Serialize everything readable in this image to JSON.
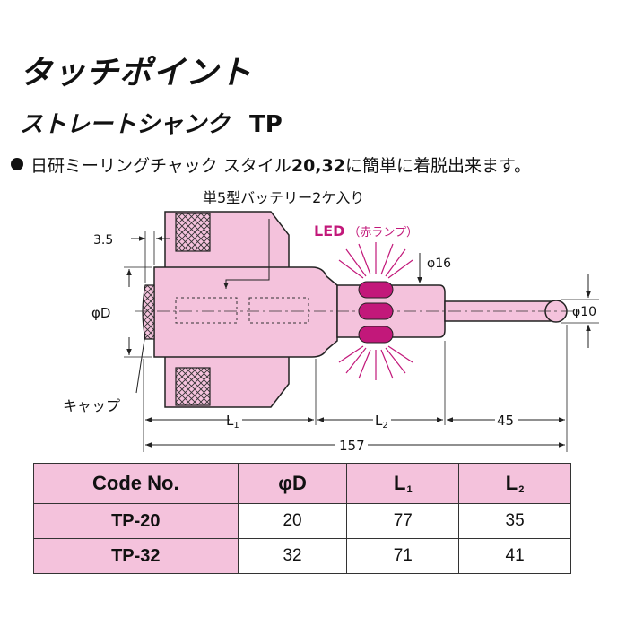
{
  "header": {
    "title": "タッチポイント",
    "subtitle": "ストレートシャンク",
    "model": "TP"
  },
  "feature": {
    "text_before": "日研ミーリングチャック スタイル",
    "text_bold": "20,32",
    "text_after": "に簡単に着脱出来ます。"
  },
  "diagram": {
    "battery_label": "単5型バッテリー2ケ入り",
    "led_label": "LED",
    "led_sub_label": "（赤ランプ）",
    "cap_label": "キャップ",
    "dims": {
      "d35": "3.5",
      "phiD": "φD",
      "phi16": "φ16",
      "phi10": "φ10",
      "L1": "L",
      "L1_sub": "1",
      "L2": "L",
      "L2_sub": "2",
      "d45": "45",
      "d157": "157"
    },
    "colors": {
      "body": "#f4c2dc",
      "led": "#c2187a",
      "outline": "#222222"
    }
  },
  "table": {
    "headers": {
      "code": "Code No.",
      "phiD": "φD",
      "L1": "L",
      "L1_sub": "1",
      "L2": "L",
      "L2_sub": "2"
    },
    "rows": [
      {
        "code": "TP-20",
        "phiD": "20",
        "L1": "77",
        "L2": "35"
      },
      {
        "code": "TP-32",
        "phiD": "32",
        "L1": "71",
        "L2": "41"
      }
    ]
  }
}
